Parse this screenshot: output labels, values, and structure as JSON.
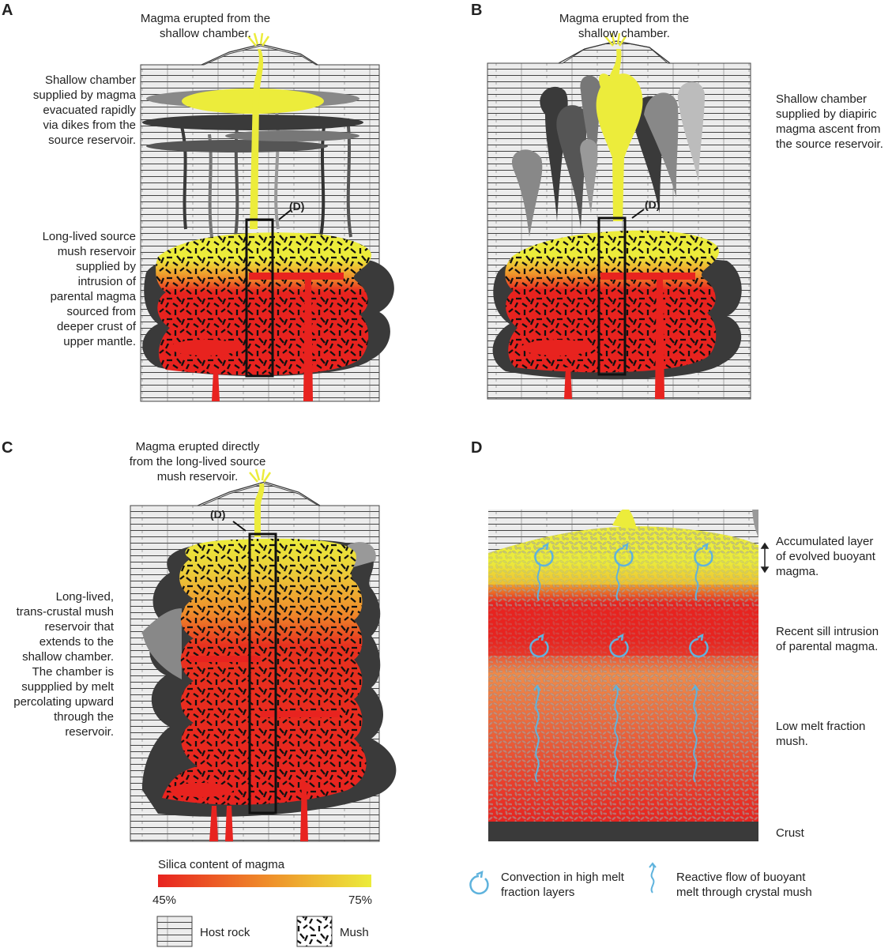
{
  "panels": {
    "A": {
      "letter": "A",
      "top_caption": "Magma erupted from the\nshallow chamber.",
      "upper_note": "Shallow chamber\nsupplied by magma\nevacuated rapidly\nvia dikes from the\nsource reservoir.",
      "lower_note": "Long-lived source\nmush reservoir\nsupplied by\nintrusion of\nparental magma\nsourced from\ndeeper crust of\nupper mantle.",
      "box_label": "(D)"
    },
    "B": {
      "letter": "B",
      "top_caption": "Magma erupted from the\nshallow chamber.",
      "side_note": "Shallow chamber\nsupplied by diapiric\nmagma ascent from\nthe source reservoir.",
      "box_label": "(D)"
    },
    "C": {
      "letter": "C",
      "top_caption": "Magma erupted directly\nfrom the long-lived source\nmush reservoir.",
      "side_note": "Long-lived,\ntrans-crustal mush\nreservoir that\nextends to the\nshallow chamber.\nThe chamber is\nsuppplied by melt\npercolating upward\nthrough the\nreservoir.",
      "box_label": "(D)"
    },
    "D": {
      "letter": "D",
      "layer_1": "Accumulated layer\nof evolved buoyant\nmagma.",
      "layer_2": "Recent sill intrusion\nof parental magma.",
      "layer_3": "Low melt fraction\nmush.",
      "layer_4": "Crust"
    }
  },
  "legend": {
    "silica_title": "Silica content of magma",
    "silica_min": "45%",
    "silica_max": "75%",
    "host_rock": "Host rock",
    "mush": "Mush",
    "convection": "Convection in high melt\nfraction layers",
    "reactive_flow": "Reactive flow of buoyant\nmelt through crystal mush"
  },
  "colors": {
    "mafic": "#e8231f",
    "intermediate": "#ef8b2a",
    "felsic": "#ecec3b",
    "host_rock_bg": "#ececec",
    "flow_arrow": "#5fb3dd"
  }
}
